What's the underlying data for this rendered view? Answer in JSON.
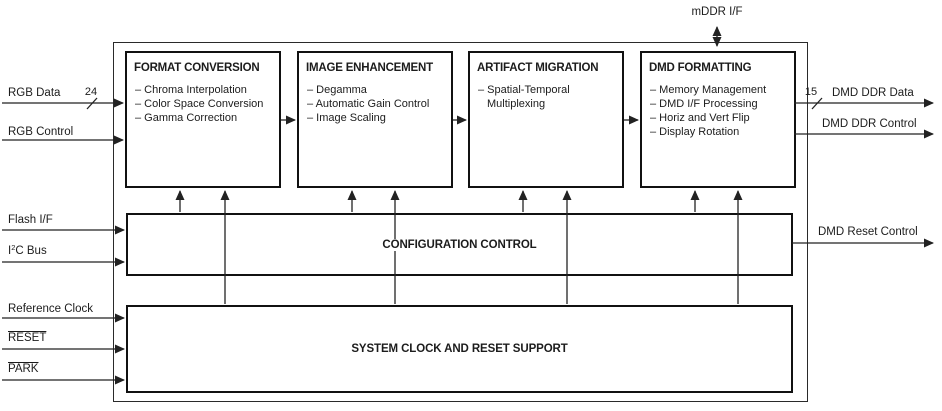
{
  "figure": {
    "background": "#ffffff",
    "line_color": "#222222",
    "text_color": "#1c1c1c"
  },
  "top_port": {
    "label": "mDDR I/F"
  },
  "blocks": [
    {
      "title": "FORMAT CONVERSION",
      "items": [
        "– Chroma Interpolation",
        "– Color Space Conversion",
        "– Gamma Correction"
      ]
    },
    {
      "title": "IMAGE ENHANCEMENT",
      "items": [
        "– Degamma",
        "– Automatic Gain Control",
        "– Image Scaling"
      ]
    },
    {
      "title": "ARTIFACT MIGRATION",
      "items": [
        "– Spatial-Temporal Multiplexing"
      ]
    },
    {
      "title": "DMD FORMATTING",
      "items": [
        "– Memory Management",
        "– DMD I/F Processing",
        "– Horiz and Vert Flip",
        "– Display Rotation"
      ]
    }
  ],
  "bars": [
    {
      "title": "CONFIGURATION CONTROL"
    },
    {
      "title": "SYSTEM CLOCK AND RESET SUPPORT"
    }
  ],
  "left_ports": [
    {
      "label": "RGB Data",
      "bus_width": "24"
    },
    {
      "label": "RGB Control"
    },
    {
      "label": "Flash I/F"
    },
    {
      "label_pre": "I",
      "label_sup": "2",
      "label_post": "C Bus"
    },
    {
      "label": "Reference Clock"
    },
    {
      "label": "RESET"
    },
    {
      "label": "PARK"
    }
  ],
  "right_ports": [
    {
      "label": "DMD DDR Data",
      "bus_width": "15"
    },
    {
      "label": "DMD DDR Control"
    },
    {
      "label": "DMD Reset Control"
    }
  ]
}
